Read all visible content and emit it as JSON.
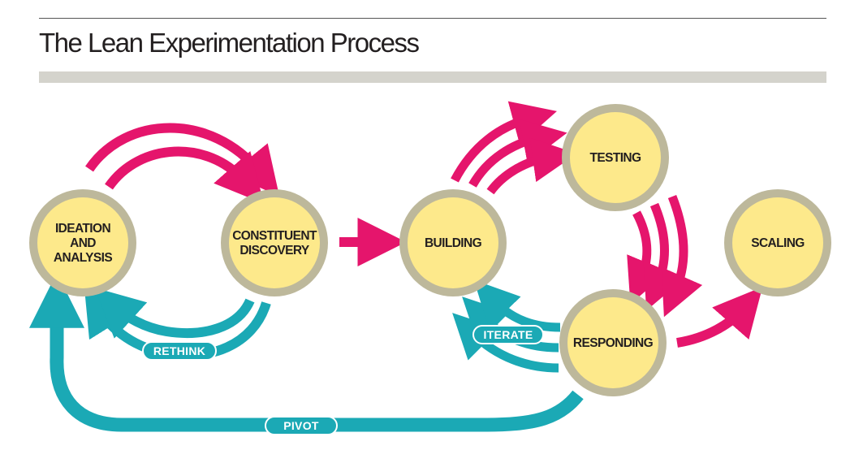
{
  "title": "The Lean Experimentation Process",
  "colors": {
    "node_fill": "#fde98b",
    "node_ring": "#bdb89b",
    "forward_arrow": "#e5156c",
    "feedback_arrow": "#1ba9b5"
  },
  "nodes": [
    {
      "id": "ideation",
      "lines": [
        "IDEATION",
        "AND",
        "ANALYSIS"
      ]
    },
    {
      "id": "constituent",
      "lines": [
        "CONSTITUENT",
        "DISCOVERY"
      ]
    },
    {
      "id": "building",
      "lines": [
        "BUILDING"
      ]
    },
    {
      "id": "testing",
      "lines": [
        "TESTING"
      ]
    },
    {
      "id": "responding",
      "lines": [
        "RESPONDING"
      ]
    },
    {
      "id": "scaling",
      "lines": [
        "SCALING"
      ]
    }
  ],
  "loops": {
    "rethink": "RETHINK",
    "iterate": "ITERATE",
    "pivot": "PIVOT"
  }
}
